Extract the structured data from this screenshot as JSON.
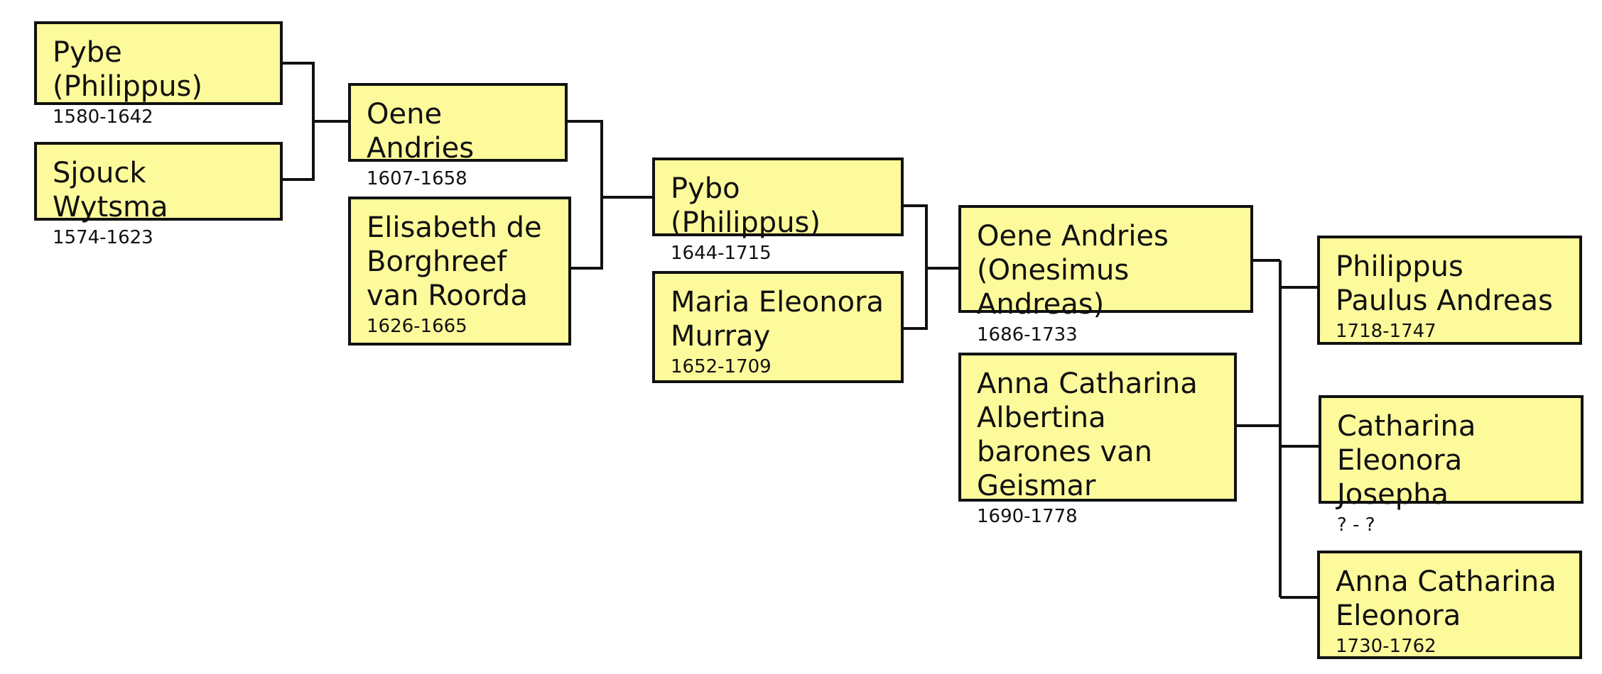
{
  "colors": {
    "box_fill": "#fdfa9c",
    "box_border": "#111111",
    "line": "#111111",
    "background": "#ffffff"
  },
  "persons": [
    {
      "name": "Pybe (Philippus)",
      "dates": "1580-1642"
    },
    {
      "name": "Sjouck Wytsma",
      "dates": "1574-1623"
    },
    {
      "name": "Oene Andries",
      "dates": "1607-1658"
    },
    {
      "name": "Elisabeth de Borghreef van Roorda",
      "dates": "1626-1665"
    },
    {
      "name": "Pybo (Philippus)",
      "dates": "1644-1715"
    },
    {
      "name": "Maria Eleonora Murray",
      "dates": "1652-1709"
    },
    {
      "name": "Oene Andries (Onesimus Andreas)",
      "dates": "1686-1733"
    },
    {
      "name": "Anna Catharina Albertina barones van Geismar",
      "dates": "1690-1778"
    },
    {
      "name": "Philippus Paulus Andreas",
      "dates": "1718-1747"
    },
    {
      "name": "Catharina Eleonora Josepha",
      "dates": "? - ?"
    },
    {
      "name": "Anna Catharina Eleonora",
      "dates": "1730-1762"
    }
  ]
}
